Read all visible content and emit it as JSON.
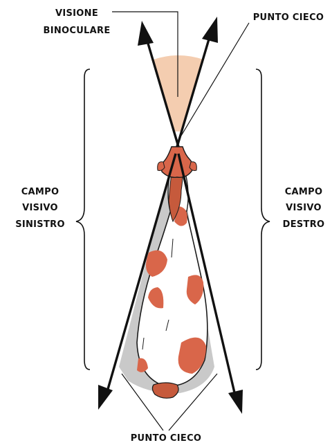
{
  "labels": {
    "binocular_line1": "VISIONE",
    "binocular_line2": "BINOCULARE",
    "blind_spot_top": "PUNTO CIECO",
    "left_field_line1": "CAMPO",
    "left_field_line2": "VISIVO",
    "left_field_line3": "SINISTRO",
    "right_field_line1": "CAMPO",
    "right_field_line2": "VISIVO",
    "right_field_line3": "DESTRO",
    "blind_spot_bottom": "PUNTO CIECO"
  },
  "colors": {
    "binocular_zone": "#f4cdb0",
    "blind_zone": "#c9c9c9",
    "horse_body": "#ffffff",
    "horse_patch": "#d9664a",
    "mane": "#c65a3c",
    "outline": "#1a1a1a"
  },
  "icons": {
    "arrows": "arrow-icon",
    "brackets": "curly-brace-icon"
  }
}
